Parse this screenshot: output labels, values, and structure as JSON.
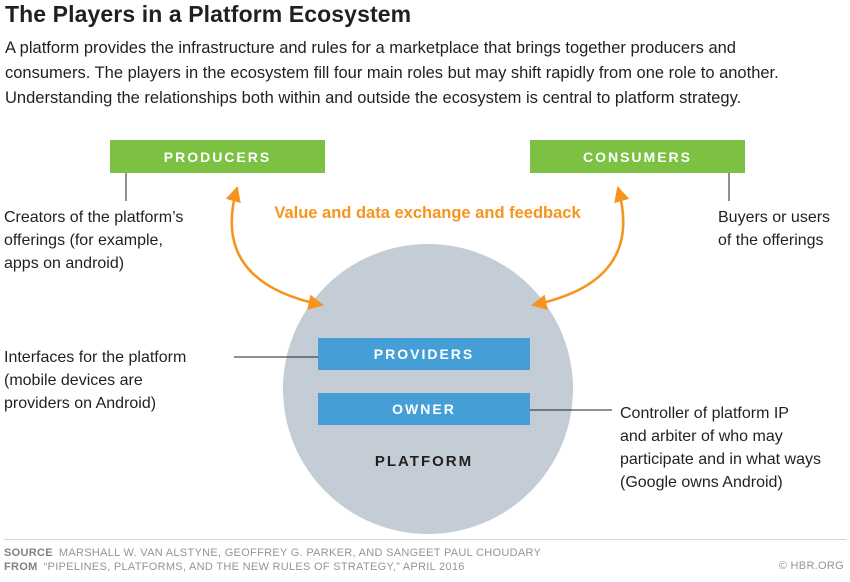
{
  "header": {
    "title": "The Players in a Platform Ecosystem",
    "description": "A platform provides the infrastructure and rules for a marketplace that brings together producers and\nconsumers. The players in the ecosystem fill four main roles but may shift rapidly from one role to another.\nUnderstanding the relationships both within and outside the ecosystem is central to platform strategy."
  },
  "diagram": {
    "producers_label": "PRODUCERS",
    "consumers_label": "CONSUMERS",
    "providers_label": "PROVIDERS",
    "owner_label": "OWNER",
    "platform_label": "PLATFORM",
    "exchange_label": "Value and data exchange and feedback",
    "annotations": {
      "producers": "Creators of the platform’s\nofferings (for example,\napps on android)",
      "consumers": "Buyers or users\nof the offerings",
      "providers": "Interfaces for the platform\n(mobile devices are\nproviders on Android)",
      "owner": "Controller of platform IP\nand arbiter of who may\nparticipate and in what ways\n(Google owns Android)"
    },
    "colors": {
      "green": "#7cc142",
      "blue": "#459fd6",
      "circle_gray": "#c4cdd5",
      "orange": "#f7941d"
    }
  },
  "footer": {
    "source_label": "SOURCE",
    "source_text": "MARSHALL W. VAN ALSTYNE, GEOFFREY G. PARKER, AND SANGEET PAUL CHOUDARY",
    "from_label": "FROM",
    "from_text": "“PIPELINES, PLATFORMS, AND THE NEW RULES OF STRATEGY,” APRIL 2016",
    "credit": "© HBR.ORG"
  }
}
